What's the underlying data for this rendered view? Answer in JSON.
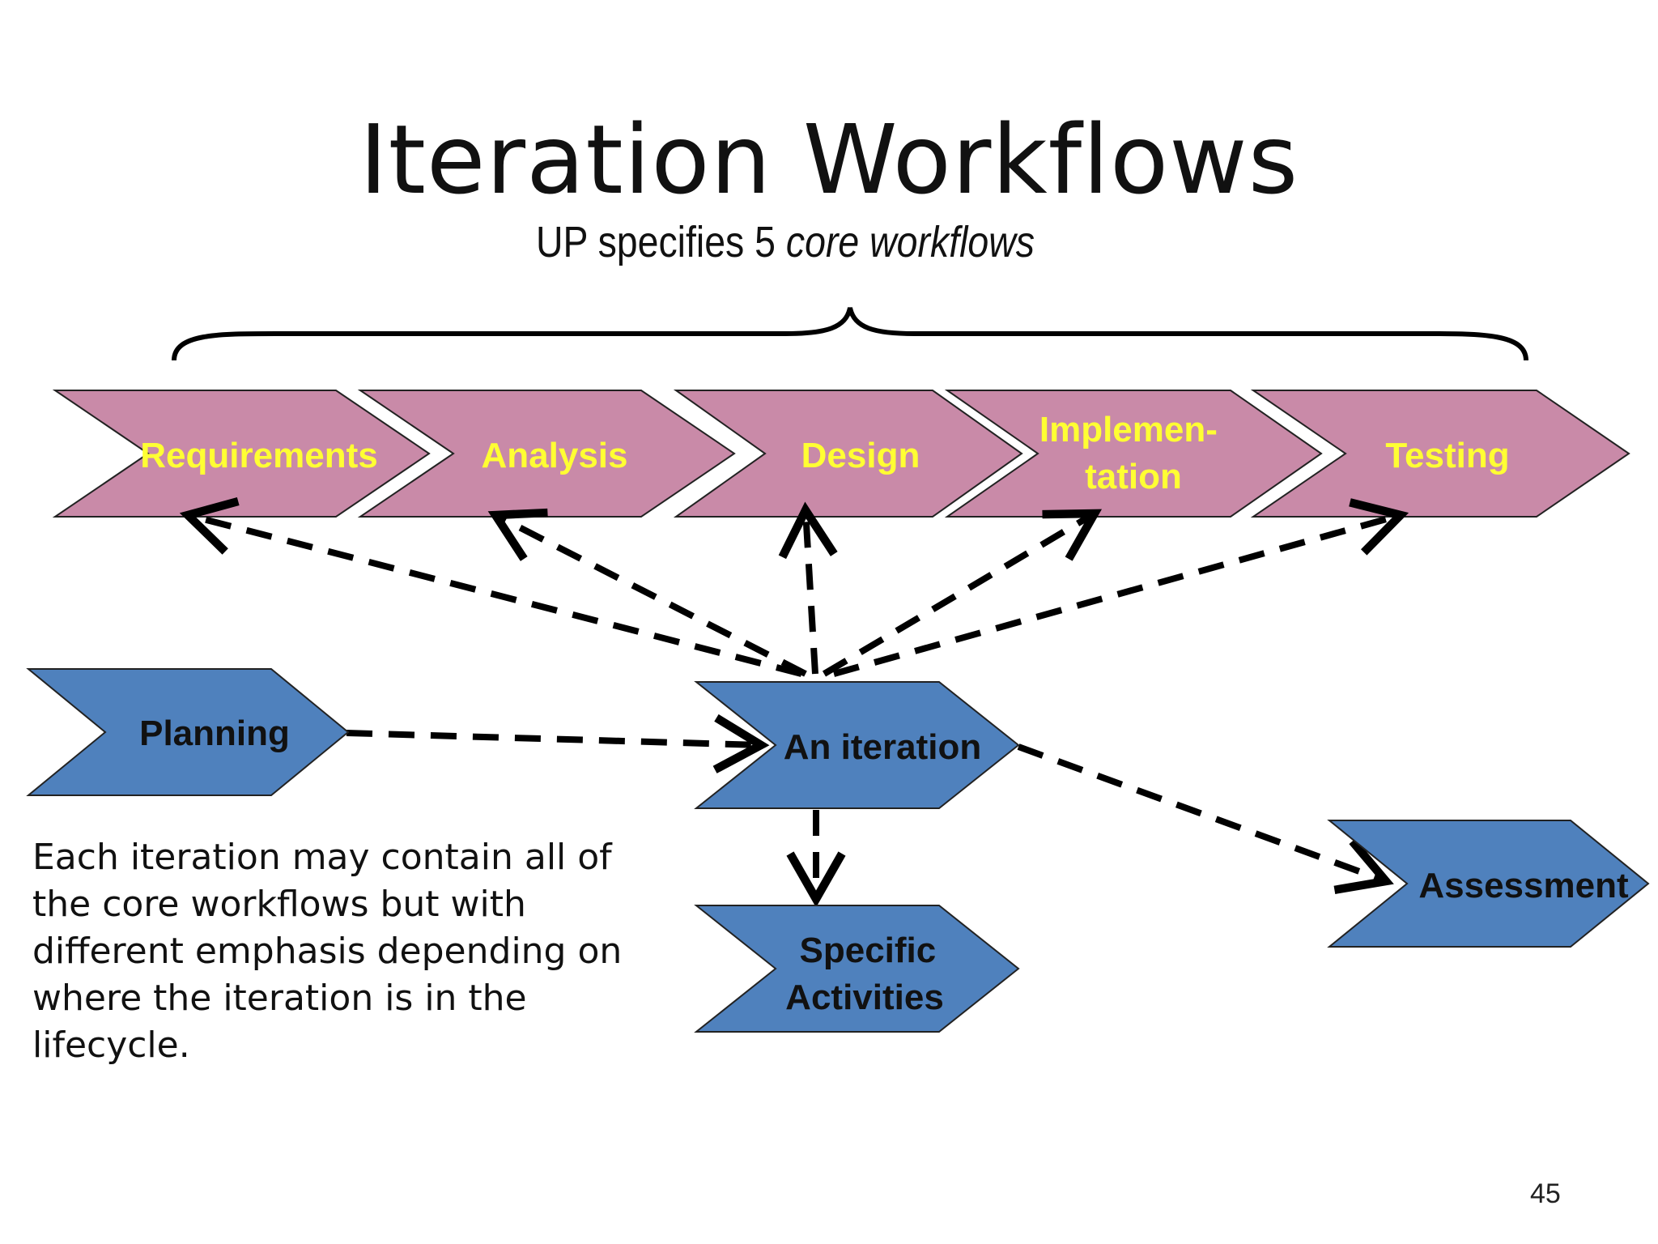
{
  "slide": {
    "title": "Iteration Workflows",
    "subtitle_prefix": "UP specifies 5 ",
    "subtitle_emphasis": "core workflows",
    "note": "Each iteration may contain all of the core workflows but with different emphasis depending on where the iteration is in the lifecycle.",
    "page_number": "45"
  },
  "colors": {
    "workflow_fill": "#c98aa8",
    "workflow_text": "#ffff33",
    "activity_fill": "#4f81bd",
    "activity_text": "#111111",
    "outline": "#222222"
  },
  "core_workflows": [
    {
      "lines": [
        "Requirements"
      ]
    },
    {
      "lines": [
        "Analysis"
      ]
    },
    {
      "lines": [
        "Design"
      ]
    },
    {
      "lines": [
        "Implemen-",
        "tation"
      ]
    },
    {
      "lines": [
        "Testing"
      ]
    }
  ],
  "activities": {
    "planning": {
      "lines": [
        "Planning"
      ]
    },
    "iteration": {
      "lines": [
        "An iteration"
      ]
    },
    "specific": {
      "lines": [
        "Specific",
        "Activities"
      ]
    },
    "assessment": {
      "lines": [
        "Assessment"
      ]
    }
  }
}
